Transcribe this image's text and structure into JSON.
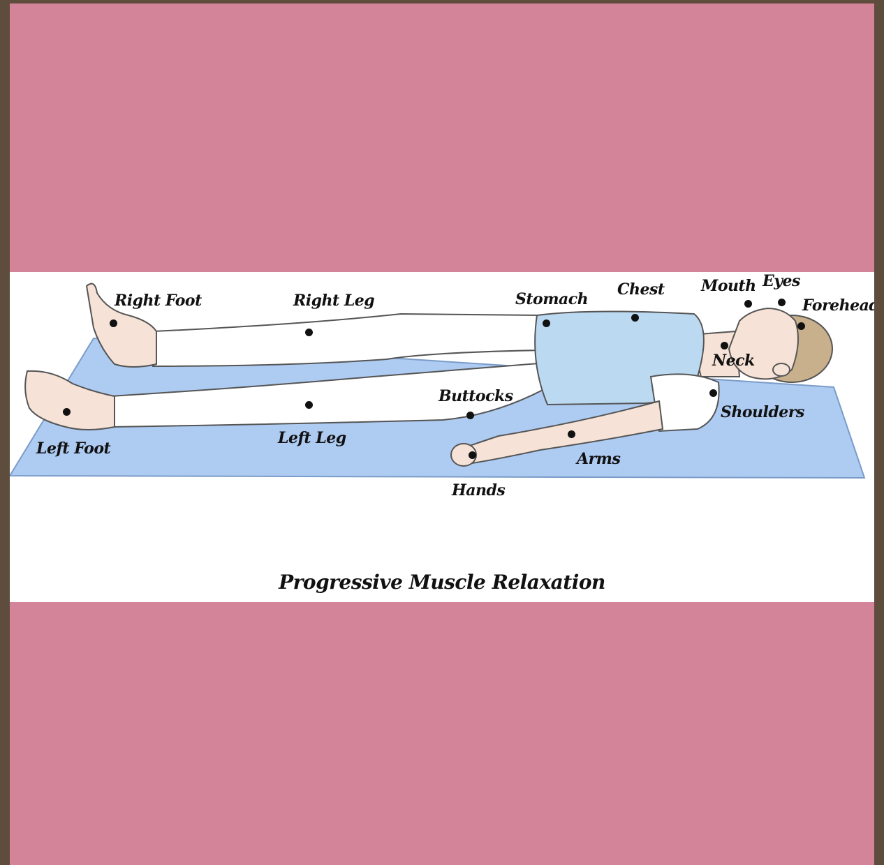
{
  "title": "Progressive Muscle Relaxation",
  "colors": {
    "page_border": "#5e4c3c",
    "background": "#d48499",
    "panel": "#ffffff",
    "mat": "#aecbf2",
    "shirt": "#bcd9f2",
    "hair": "#c9b08c",
    "skin": "#f6e2d6",
    "marker": "#111111"
  },
  "body_points": [
    {
      "key": "right_foot",
      "label": "Right Foot"
    },
    {
      "key": "right_leg",
      "label": "Right Leg"
    },
    {
      "key": "stomach",
      "label": "Stomach"
    },
    {
      "key": "chest",
      "label": "Chest"
    },
    {
      "key": "mouth",
      "label": "Mouth"
    },
    {
      "key": "eyes",
      "label": "Eyes"
    },
    {
      "key": "forehead",
      "label": "Forehead"
    },
    {
      "key": "neck",
      "label": "Neck"
    },
    {
      "key": "buttocks",
      "label": "Buttocks"
    },
    {
      "key": "shoulders",
      "label": "Shoulders"
    },
    {
      "key": "left_foot",
      "label": "Left Foot"
    },
    {
      "key": "left_leg",
      "label": "Left Leg"
    },
    {
      "key": "arms",
      "label": "Arms"
    },
    {
      "key": "hands",
      "label": "Hands"
    }
  ]
}
